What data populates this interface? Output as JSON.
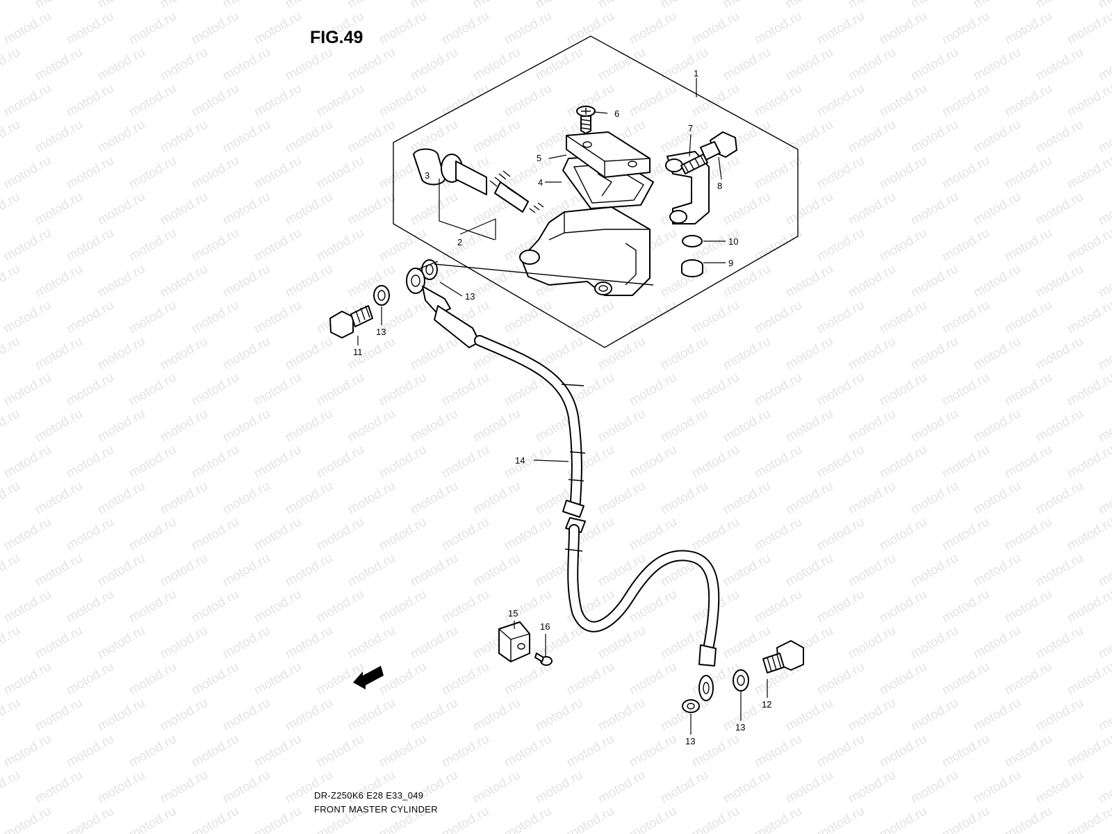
{
  "figure": {
    "title": "FIG.49",
    "footer_code": "DR-Z250K6 E28 E33_049",
    "footer_name": "FRONT MASTER CYLINDER"
  },
  "watermark": {
    "text": "motod.ru",
    "color": "#e3e3e3"
  },
  "fwd_label": "FWD",
  "callouts": [
    {
      "id": "c1",
      "label": "1"
    },
    {
      "id": "c2",
      "label": "2"
    },
    {
      "id": "c3",
      "label": "3"
    },
    {
      "id": "c4",
      "label": "4"
    },
    {
      "id": "c5",
      "label": "5"
    },
    {
      "id": "c6",
      "label": "6"
    },
    {
      "id": "c7",
      "label": "7"
    },
    {
      "id": "c8",
      "label": "8"
    },
    {
      "id": "c9",
      "label": "9"
    },
    {
      "id": "c10",
      "label": "10"
    },
    {
      "id": "c11",
      "label": "11"
    },
    {
      "id": "c12",
      "label": "12"
    },
    {
      "id": "c13a",
      "label": "13"
    },
    {
      "id": "c13b",
      "label": "13"
    },
    {
      "id": "c13c",
      "label": "13"
    },
    {
      "id": "c13d",
      "label": "13"
    },
    {
      "id": "c14",
      "label": "14"
    },
    {
      "id": "c15",
      "label": "15"
    },
    {
      "id": "c16",
      "label": "16"
    }
  ]
}
